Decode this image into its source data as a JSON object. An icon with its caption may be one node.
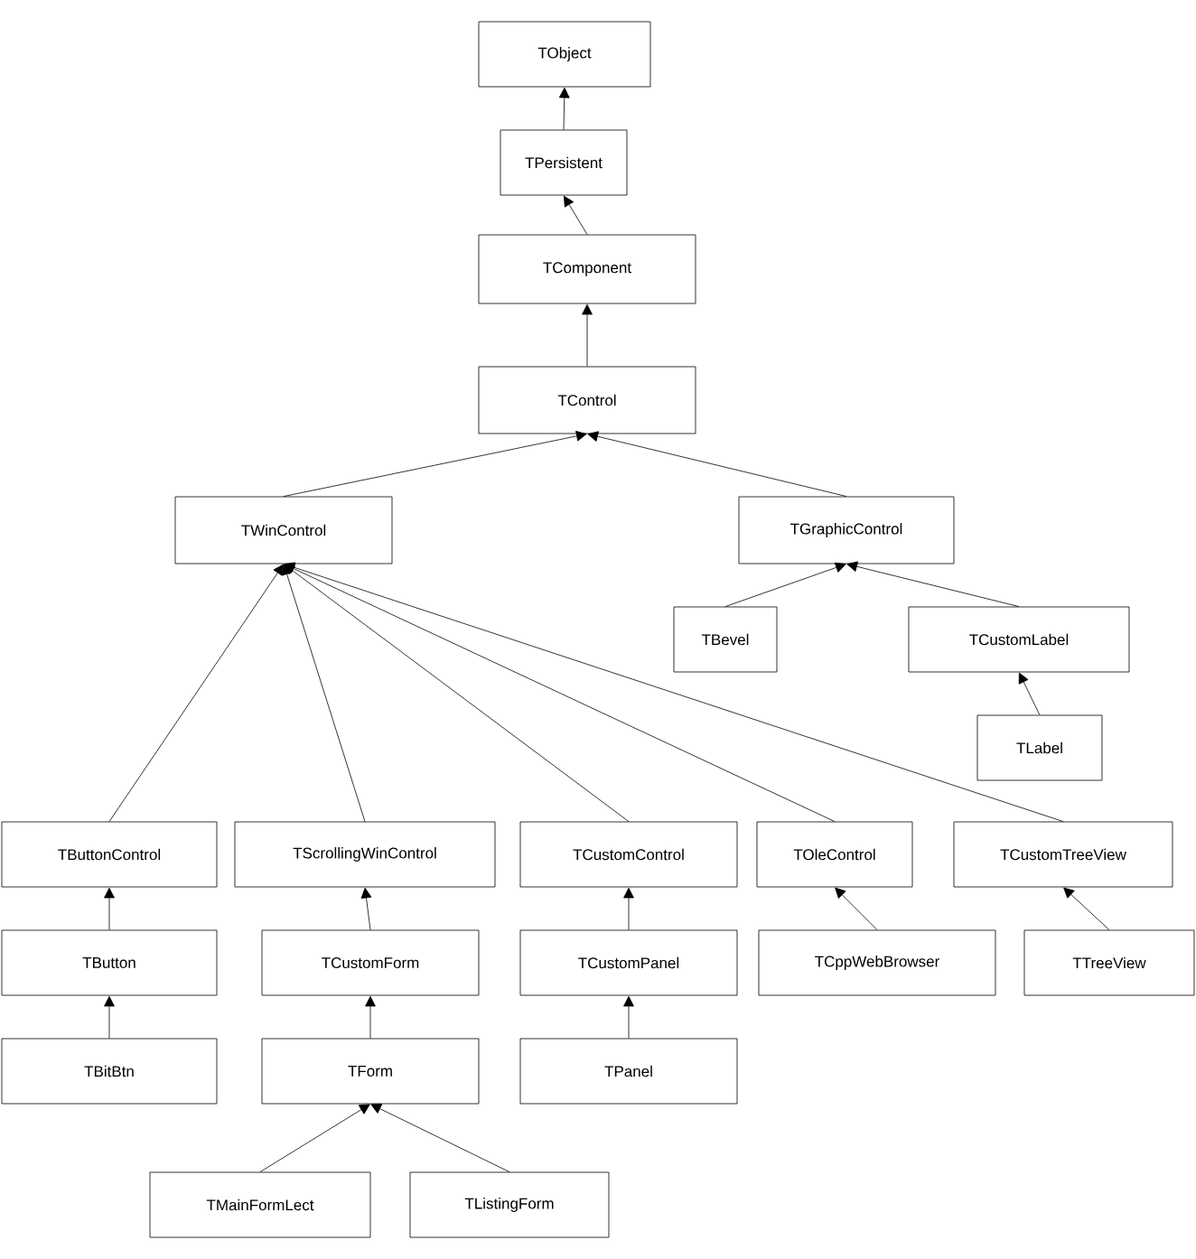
{
  "diagram": {
    "nodes": [
      {
        "text": [
          "TObject"
        ]
      },
      {
        "text": [
          "TPersistent"
        ]
      },
      {
        "text": [
          "TComponent"
        ]
      },
      {
        "text": [
          "TControl"
        ]
      },
      {
        "text": [
          "TWinControl"
        ]
      },
      {
        "text": [
          "TGraphicControl"
        ]
      },
      {
        "text": [
          "TBevel"
        ]
      },
      {
        "text": [
          "TCustomLabel"
        ]
      },
      {
        "text": [
          "TLabel"
        ]
      },
      {
        "text": [
          "TButtonControl"
        ]
      },
      {
        "text": [
          "TScrollingWinControl"
        ]
      },
      {
        "text": [
          "TCustomControl"
        ]
      },
      {
        "text": [
          "TOleControl"
        ]
      },
      {
        "text": [
          "TCustomTreeView"
        ]
      },
      {
        "text": [
          "TButton"
        ]
      },
      {
        "text": [
          "TCustomForm"
        ]
      },
      {
        "text": [
          "TCustomPanel"
        ]
      },
      {
        "text": [
          "TCppWebBrowser"
        ]
      },
      {
        "text": [
          "TTreeView"
        ]
      },
      {
        "text": [
          "TBitBtn"
        ]
      },
      {
        "text": [
          "TForm"
        ]
      },
      {
        "text": [
          "TPanel"
        ]
      },
      {
        "text": [
          "TMainFormLect"
        ]
      },
      {
        "text": [
          "TListingForm"
        ]
      }
    ],
    "edges": [
      {
        "from": 1,
        "to": 0,
        "arrow": "to"
      },
      {
        "from": 2,
        "to": 1,
        "arrow": "to"
      },
      {
        "from": 3,
        "to": 2,
        "arrow": "to"
      },
      {
        "from": 4,
        "to": 3,
        "arrow": "to"
      },
      {
        "from": 5,
        "to": 3,
        "arrow": "to"
      },
      {
        "from": 6,
        "to": 5,
        "arrow": "to"
      },
      {
        "from": 7,
        "to": 5,
        "arrow": "to"
      },
      {
        "from": 8,
        "to": 7,
        "arrow": "to"
      },
      {
        "from": 9,
        "to": 4,
        "arrow": "to"
      },
      {
        "from": 10,
        "to": 4,
        "arrow": "to"
      },
      {
        "from": 11,
        "to": 4,
        "arrow": "to"
      },
      {
        "from": 12,
        "to": 4,
        "arrow": "to"
      },
      {
        "from": 13,
        "to": 4,
        "arrow": "to"
      },
      {
        "from": 14,
        "to": 9,
        "arrow": "to"
      },
      {
        "from": 15,
        "to": 10,
        "arrow": "to"
      },
      {
        "from": 16,
        "to": 11,
        "arrow": "to"
      },
      {
        "from": 17,
        "to": 12,
        "arrow": "to"
      },
      {
        "from": 18,
        "to": 13,
        "arrow": "to"
      },
      {
        "from": 19,
        "to": 14,
        "arrow": "to"
      },
      {
        "from": 20,
        "to": 15,
        "arrow": "to"
      },
      {
        "from": 21,
        "to": 16,
        "arrow": "to"
      },
      {
        "from": 22,
        "to": 20,
        "arrow": "to"
      },
      {
        "from": 23,
        "to": 20,
        "arrow": "to"
      }
    ]
  }
}
